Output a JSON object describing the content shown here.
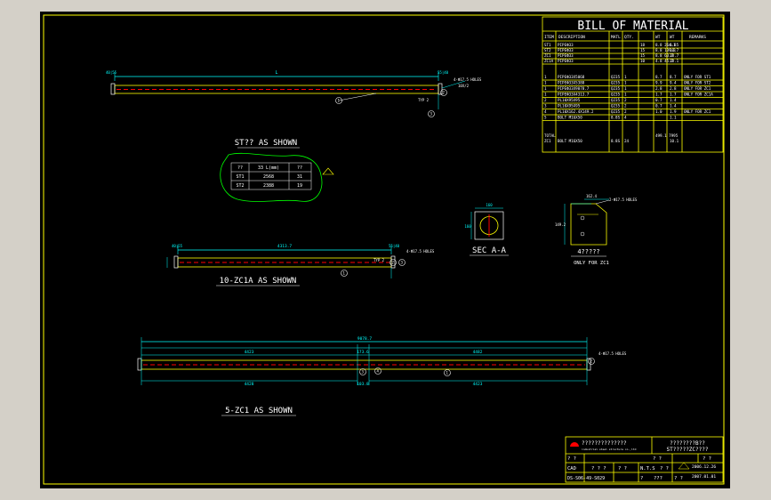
{
  "bom": {
    "title": "BILL OF MATERIAL",
    "headers": [
      "ITEM",
      "DESCRIPTION",
      "MATL",
      "QTY.",
      "WT",
      "WT",
      "REMARKS"
    ],
    "rows_top": [
      [
        "ST1",
        "PIPEФ33",
        "",
        "",
        "18",
        "8.8  264.1",
        "0.85"
      ],
      [
        "ST2",
        "PIPEФ33",
        "",
        "",
        "15",
        "8.8  139.3",
        "10.7"
      ],
      [
        "ZC1",
        "PIPEФ33",
        "",
        "",
        "15",
        "8.8  63.7",
        "38.7"
      ],
      [
        "ZC1A",
        "PIPEФ33",
        "",
        "",
        "10",
        "4.8  45.7",
        "38.1"
      ]
    ],
    "rows_mid": [
      [
        "1",
        "PIPEФ33X5068",
        "Q235",
        "1",
        "",
        "8.7",
        "8.7",
        "ONLY FOR ST1"
      ],
      [
        "1",
        "PIPEФ33X5388",
        "Q235",
        "1",
        "",
        "9.9",
        "9.4",
        "ONLY FOR ST2"
      ],
      [
        "1",
        "PIPEФ33X9078.7",
        "Q235",
        "1",
        "",
        "2.8",
        "2.8",
        "ONLY FOR ZC1"
      ],
      [
        "1",
        "PIPEФ33X4313.7",
        "Q235",
        "1",
        "",
        "1.7",
        "1.7",
        "ONLY FOR ZC1A"
      ],
      [
        "2",
        "PL10X95X95",
        "Q235",
        "2",
        "",
        "0.7",
        "1.4",
        ""
      ],
      [
        "3",
        "PL10X95X95",
        "Q235",
        "2",
        "",
        "0.7",
        "1.4",
        ""
      ],
      [
        "4",
        "PL10X162.4X149.2",
        "Q235",
        "2",
        "",
        "1.0",
        "1.9",
        "ONLY FOR ZC1"
      ],
      [
        "5",
        "BOLT M16X50",
        "8.8S",
        "4",
        "",
        "",
        "1.1",
        ""
      ]
    ],
    "total_label": "TOTAL",
    "total_value": "499.1  7995",
    "last_row": [
      "ZC1",
      "BOLT M16X50",
      "8.8S",
      "24",
      "",
      "",
      "10.1",
      ""
    ]
  },
  "drawing": {
    "st_title": "ST?? AS SHOWN",
    "st_table": [
      [
        "??",
        "33 L(mm)",
        "??"
      ],
      [
        "ST1",
        "2568",
        "31"
      ],
      [
        "ST2",
        "2388",
        "19"
      ]
    ],
    "st_length_label": "L",
    "st_left_dim": "40|55",
    "st_right_dim": "55|40",
    "st_hole_note": "4-Ф17.5 HOLES",
    "st_bolt_note": "10X/2",
    "st_typ": "TYP 2",
    "st_callouts": [
      "1",
      "2",
      "3"
    ],
    "sec_title": "SEC A-A",
    "sec_dim_top": "160",
    "sec_dim_side": "160",
    "zc1a_title": "10-ZC1A AS SHOWN",
    "zc1a_length": "4313.7",
    "zc1a_left_dim": "40|55",
    "zc1a_right_dim": "55|40",
    "zc1a_hole_note": "4-Ф17.5 HOLES",
    "zc1a_typ": "TYP 2",
    "zc1a_callouts": [
      "1",
      "2",
      "3"
    ],
    "plate_title": "4?????",
    "plate_subtitle": "ONLY FOR ZC1",
    "plate_dim_top": "162.4",
    "plate_hole_note": "2-Ф17.5 HOLES",
    "plate_dim_side": "149.2",
    "zc1_title": "5-ZC1 AS SHOWN",
    "zc1_total": "9078.7",
    "zc1_segments_top": [
      "4423",
      "173.6",
      "4482"
    ],
    "zc1_segments_bottom": [
      "4428",
      "103.8",
      "4423"
    ],
    "zc1_hole_note": "4-Ф17.5 HOLES",
    "zc1_callouts": [
      "1",
      "2",
      "3",
      "4"
    ]
  },
  "title_block": {
    "company": "??????????????",
    "company_sub": "industrial steel structure co.,ltd",
    "project_line1": "????????B??",
    "project_line2": "ST?????ZC????",
    "cells": [
      "? ?",
      "? ?",
      "? ?",
      "CAD",
      "? ? ?",
      "? ?",
      "N.T.S",
      "? ?",
      "2006.12.26",
      "DS-S06-49-S029",
      "?",
      "???",
      "? ?",
      "2007.01.01"
    ]
  },
  "colors": {
    "frame_bg": "#000000",
    "window_bg": "#d4d0c8",
    "line_yellow": "#ffff00",
    "line_white": "#ffffff",
    "line_cyan": "#00ffff",
    "line_red": "#ff0000",
    "line_green": "#00ff00"
  }
}
